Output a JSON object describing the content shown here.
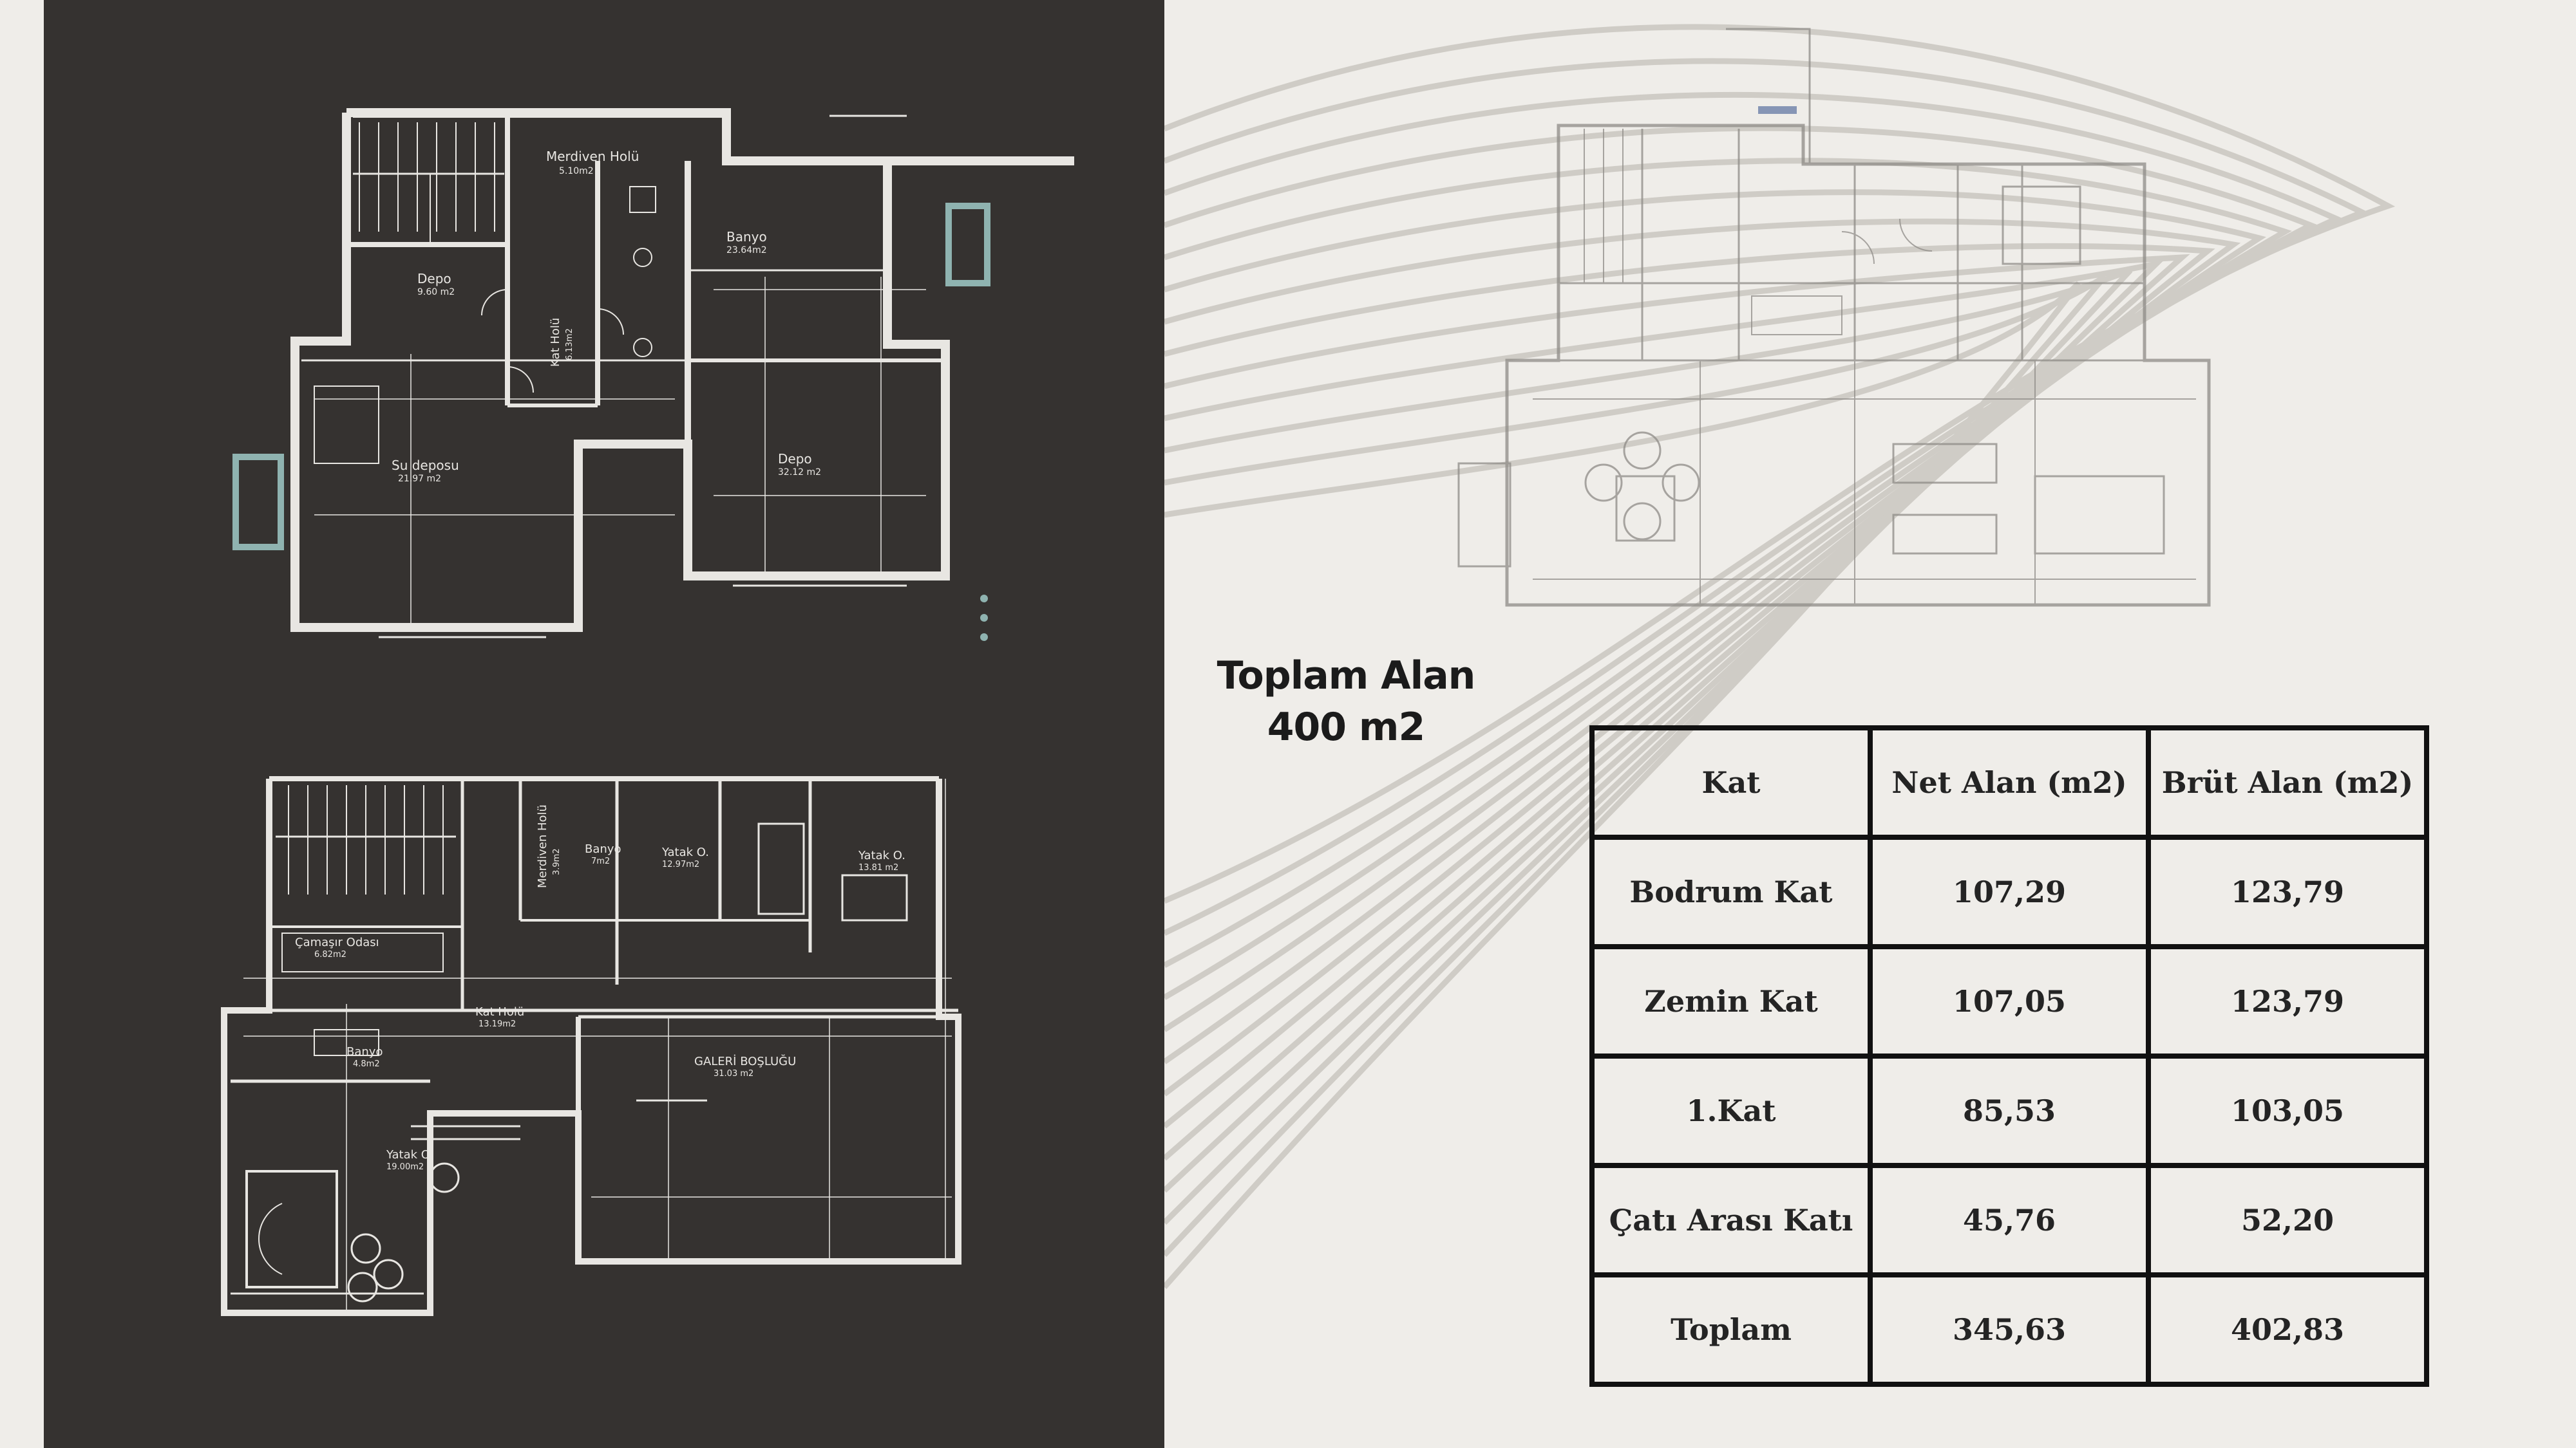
{
  "summary": {
    "title_line1": "Toplam Alan",
    "title_line2": "400 m2"
  },
  "table": {
    "headers": [
      "Kat",
      "Net Alan (m2)",
      "Brüt Alan (m2)"
    ],
    "rows": [
      [
        "Bodrum Kat",
        "107,29",
        "123,79"
      ],
      [
        "Zemin Kat",
        "107,05",
        "123,79"
      ],
      [
        "1.Kat",
        "85,53",
        "103,05"
      ],
      [
        "Çatı Arası Katı",
        "45,76",
        "52,20"
      ],
      [
        "Toplam",
        "345,63",
        "402,83"
      ]
    ]
  },
  "basement_plan": {
    "rooms": [
      {
        "name": "Merdiven Holü",
        "area": "5.10m2"
      },
      {
        "name": "Banyo",
        "area": "23.64m2"
      },
      {
        "name": "Depo",
        "area": "9.60 m2"
      },
      {
        "name": "Kat Holü",
        "area": "6.13m2"
      },
      {
        "name": "Su deposu",
        "area": "21.97 m2"
      },
      {
        "name": "Depo",
        "area": "32.12 m2"
      }
    ]
  },
  "ground_plan": {
    "rooms": [
      {
        "name": "Merdiven Holü",
        "area": "3.9m2"
      },
      {
        "name": "Banyo",
        "area": "7m2"
      },
      {
        "name": "Yatak O.",
        "area": "12.97m2"
      },
      {
        "name": "Yatak O.",
        "area": "13.81 m2"
      },
      {
        "name": "Çamaşır Odası",
        "area": "6.82m2"
      },
      {
        "name": "Kat Holü",
        "area": "13.19m2"
      },
      {
        "name": "Banyo",
        "area": "4.8m2"
      },
      {
        "name": "GALERİ BOŞLUĞU",
        "area": "31.03 m2"
      },
      {
        "name": "Yatak O.",
        "area": "19.00m2"
      }
    ]
  },
  "colors": {
    "dark_panel": "#353230",
    "page_background": "#efede9",
    "plan_lines": "#e8e6e2",
    "accent_teal": "#8fb3b0",
    "table_border": "#111111"
  }
}
